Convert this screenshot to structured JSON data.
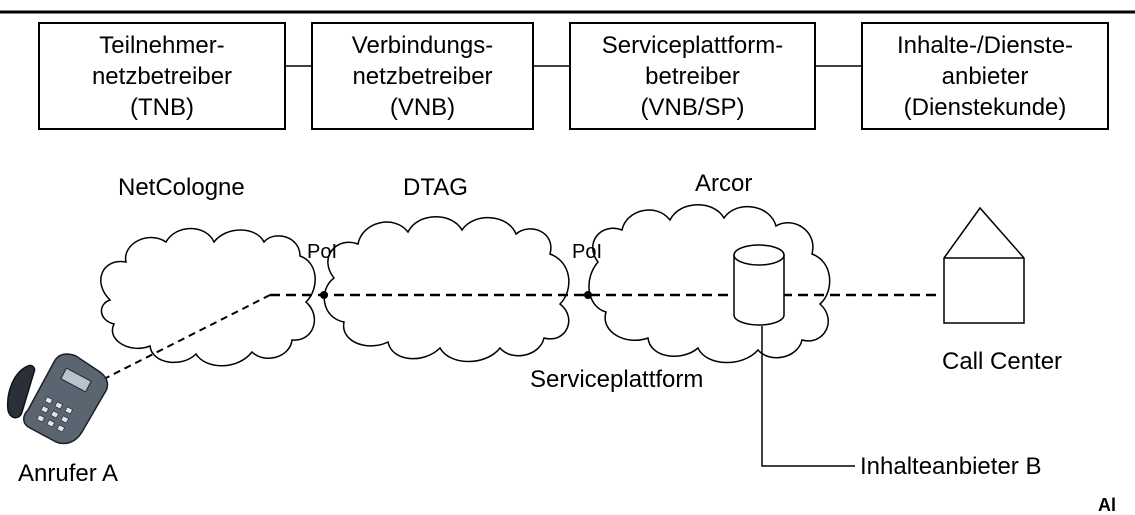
{
  "roles": [
    {
      "line1": "Teilnehmer-",
      "line2": "netzbetreiber",
      "line3": "(TNB)"
    },
    {
      "line1": "Verbindungs-",
      "line2": "netzbetreiber",
      "line3": "(VNB)"
    },
    {
      "line1": "Serviceplattform-",
      "line2": "betreiber",
      "line3": "(VNB/SP)"
    },
    {
      "line1": "Inhalte-/Dienste-",
      "line2": "anbieter",
      "line3": "(Dienstekunde)"
    }
  ],
  "networks": {
    "left": "NetCologne",
    "middle": "DTAG",
    "right": "Arcor"
  },
  "interconnect": {
    "poi_left": "PoI",
    "poi_right": "PoI"
  },
  "labels": {
    "service_platform": "Serviceplattform",
    "call_center": "Call Center",
    "caller": "Anrufer A",
    "content_provider": "Inhalteanbieter B",
    "corner_mark": "Al"
  }
}
